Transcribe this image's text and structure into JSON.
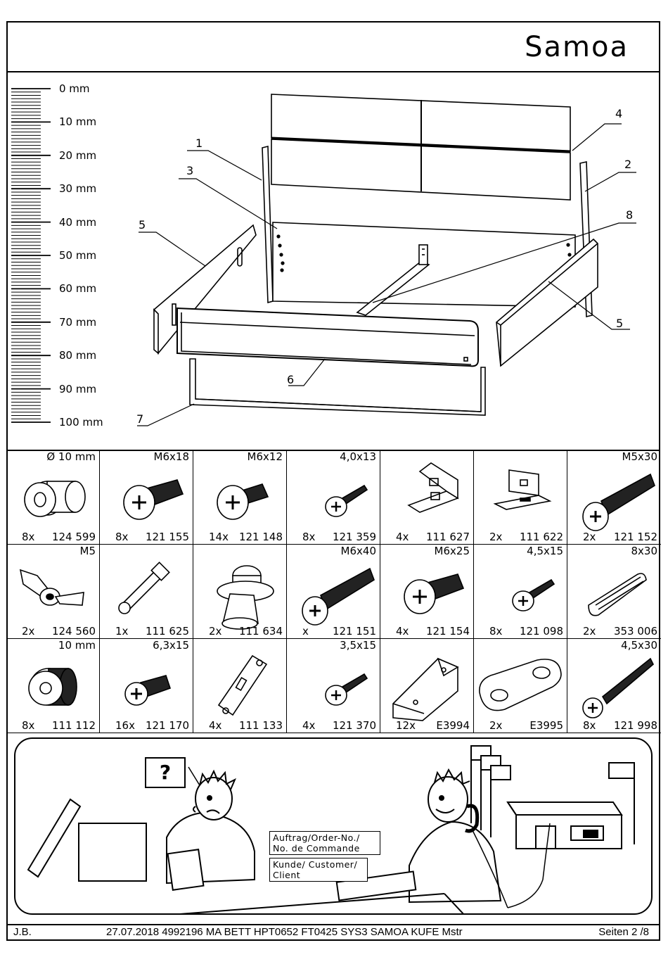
{
  "title": "Samoa",
  "ruler": {
    "labels": [
      "0 mm",
      "10 mm",
      "20 mm",
      "30 mm",
      "40 mm",
      "50 mm",
      "60 mm",
      "70 mm",
      "80 mm",
      "90 mm",
      "100 mm"
    ]
  },
  "drawing": {
    "part_numbers": [
      "1",
      "2",
      "3",
      "4",
      "5",
      "5",
      "6",
      "7",
      "8"
    ]
  },
  "parts": [
    {
      "spec": "Ø 10 mm",
      "qty": "8x",
      "code": "124 599",
      "icon": "cam-nut-icon"
    },
    {
      "spec": "M6x18",
      "qty": "8x",
      "code": "121 155",
      "icon": "machine-screw-icon"
    },
    {
      "spec": "M6x12",
      "qty": "14x",
      "code": "121 148",
      "icon": "machine-screw-short-icon"
    },
    {
      "spec": "4,0x13",
      "qty": "8x",
      "code": "121 359",
      "icon": "wood-screw-icon"
    },
    {
      "spec": "",
      "qty": "4x",
      "code": "111 627",
      "icon": "bracket-large-icon"
    },
    {
      "spec": "",
      "qty": "2x",
      "code": "111 622",
      "icon": "bracket-small-icon"
    },
    {
      "spec": "M5x30",
      "qty": "2x",
      "code": "121 152",
      "icon": "machine-screw-long-icon"
    },
    {
      "spec": "M5",
      "qty": "2x",
      "code": "124 560",
      "icon": "wing-nut-icon"
    },
    {
      "spec": "",
      "qty": "1x",
      "code": "111 625",
      "icon": "bolt-connector-icon"
    },
    {
      "spec": "",
      "qty": "2x",
      "code": "111 634",
      "icon": "leg-adapter-icon"
    },
    {
      "spec": "M6x40",
      "qty": "x",
      "code": "121 151",
      "icon": "machine-screw-long-icon"
    },
    {
      "spec": "M6x25",
      "qty": "4x",
      "code": "121 154",
      "icon": "machine-screw-icon"
    },
    {
      "spec": "4,5x15",
      "qty": "8x",
      "code": "121 098",
      "icon": "wood-screw-icon"
    },
    {
      "spec": "8x30",
      "qty": "2x",
      "code": "353 006",
      "icon": "dowel-icon"
    },
    {
      "spec": "10 mm",
      "qty": "8x",
      "code": "111 112",
      "icon": "insert-nut-icon"
    },
    {
      "spec": "6,3x15",
      "qty": "16x",
      "code": "121 170",
      "icon": "euro-screw-icon"
    },
    {
      "spec": "",
      "qty": "4x",
      "code": "111 133",
      "icon": "hook-plate-icon"
    },
    {
      "spec": "3,5x15",
      "qty": "4x",
      "code": "121 370",
      "icon": "wood-screw-icon"
    },
    {
      "spec": "",
      "qty": "12x",
      "code": "E3994",
      "icon": "corner-block-icon"
    },
    {
      "spec": "",
      "qty": "2x",
      "code": "E3995",
      "icon": "connector-plate-icon"
    },
    {
      "spec": "4,5x30",
      "qty": "8x",
      "code": "121 998",
      "icon": "long-wood-screw-icon"
    }
  ],
  "service": {
    "question_mark": "?",
    "order_line1": "Auftrag/Order-No./",
    "order_line2": "No. de Commande",
    "customer_line1": "Kunde/ Customer/",
    "customer_line2": "Client"
  },
  "footer": {
    "author": "J.B.",
    "doc_info": "27.07.2018  4992196 MA BETT HPT0652 FT0425 SYS3 SAMOA KUFE Mstr",
    "pages": "Seiten 2 /8"
  }
}
